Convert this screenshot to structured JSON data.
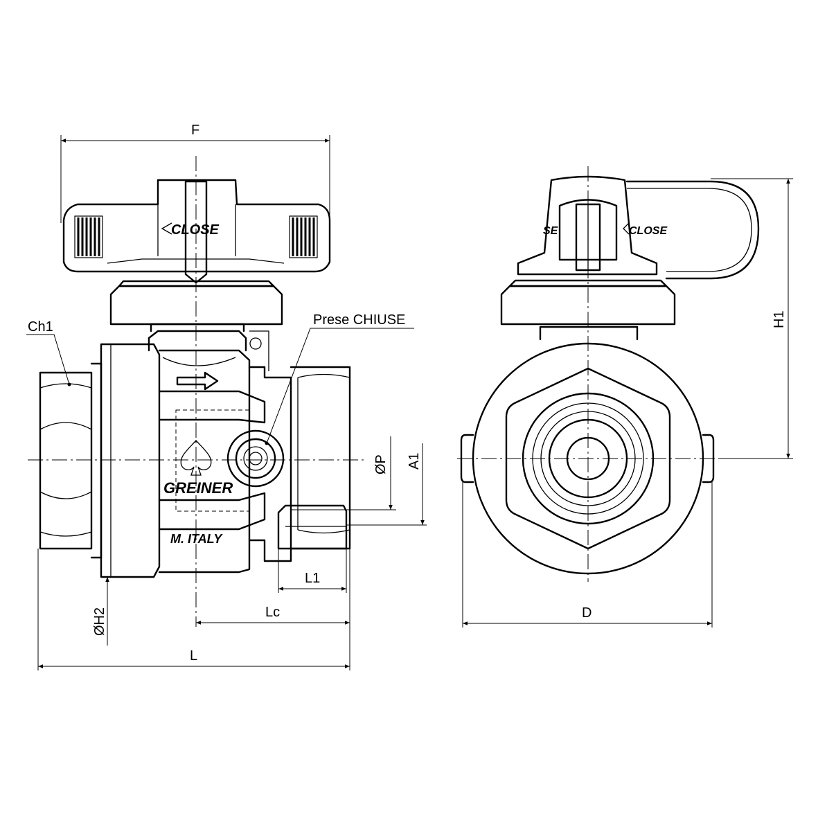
{
  "labels": {
    "ch1": "Ch1",
    "prese": "Prese CHIUSE",
    "f": "F",
    "h1": "H1",
    "l": "L",
    "lc": "Lc",
    "l1": "L1",
    "d": "D",
    "h2": "ØH2",
    "p": "ØP",
    "a1": "A1"
  },
  "markings": {
    "handle_close": "CLOSE",
    "side_close_left": "SE",
    "side_close_right": "CLOSE",
    "brand": "GREINER",
    "origin": "M. ITALY"
  }
}
